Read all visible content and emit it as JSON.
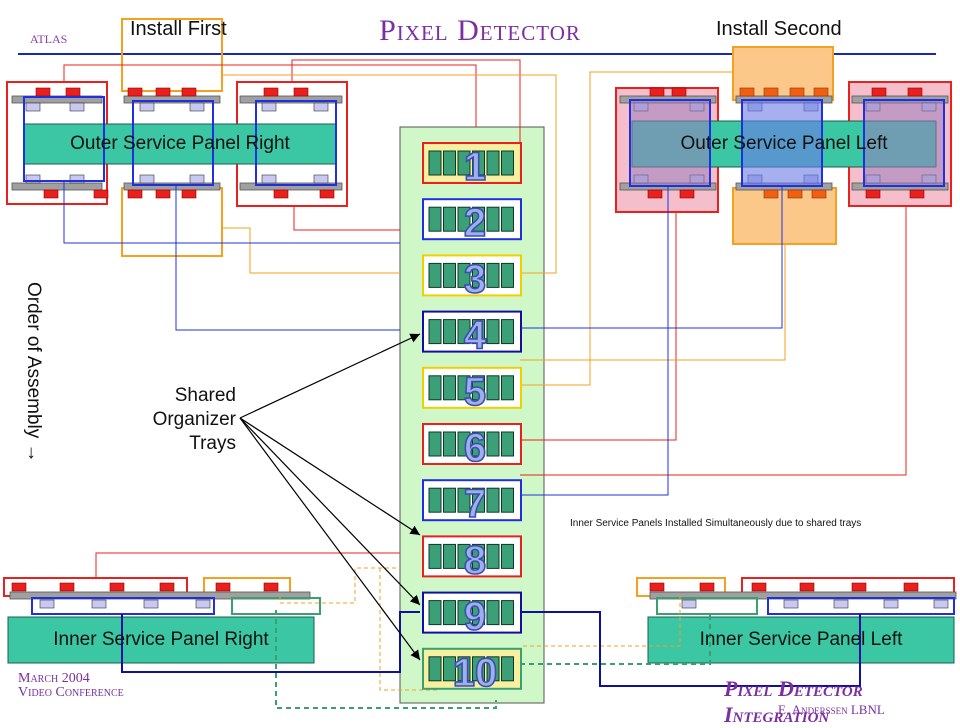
{
  "header": {
    "title": "Pixel Detector",
    "atlas": "atlas",
    "install_first": "Install First",
    "install_second": "Install Second"
  },
  "panels": {
    "outer_right": "Outer Service Panel Right",
    "outer_left": "Outer Service Panel Left",
    "inner_right": "Inner Service Panel Right",
    "inner_left": "Inner Service Panel Left"
  },
  "labels": {
    "order_of_assembly": "Order of Assembly →",
    "shared_trays": [
      "Shared",
      "Organizer",
      "Trays"
    ],
    "inner_note": "Inner Service Panels Installed Simultaneously due to shared trays"
  },
  "trays": [
    "1",
    "2",
    "3",
    "4",
    "5",
    "6",
    "7",
    "8",
    "9",
    "10"
  ],
  "footer": {
    "date": "March 2004",
    "event": "Video Conference",
    "brand": "Pixel Detector Integration",
    "author": "E. Anderssen LBNL"
  },
  "colors": {
    "red": "#E8201E",
    "orange": "#F5A020",
    "blue": "#2030E0",
    "navy": "#1010A0",
    "yellow": "#F0D000",
    "green": "#3AA070",
    "panel_green": "#3BC6A4",
    "tray_bg": "#CFF7C8",
    "purple_text": "#7B2FA0"
  }
}
